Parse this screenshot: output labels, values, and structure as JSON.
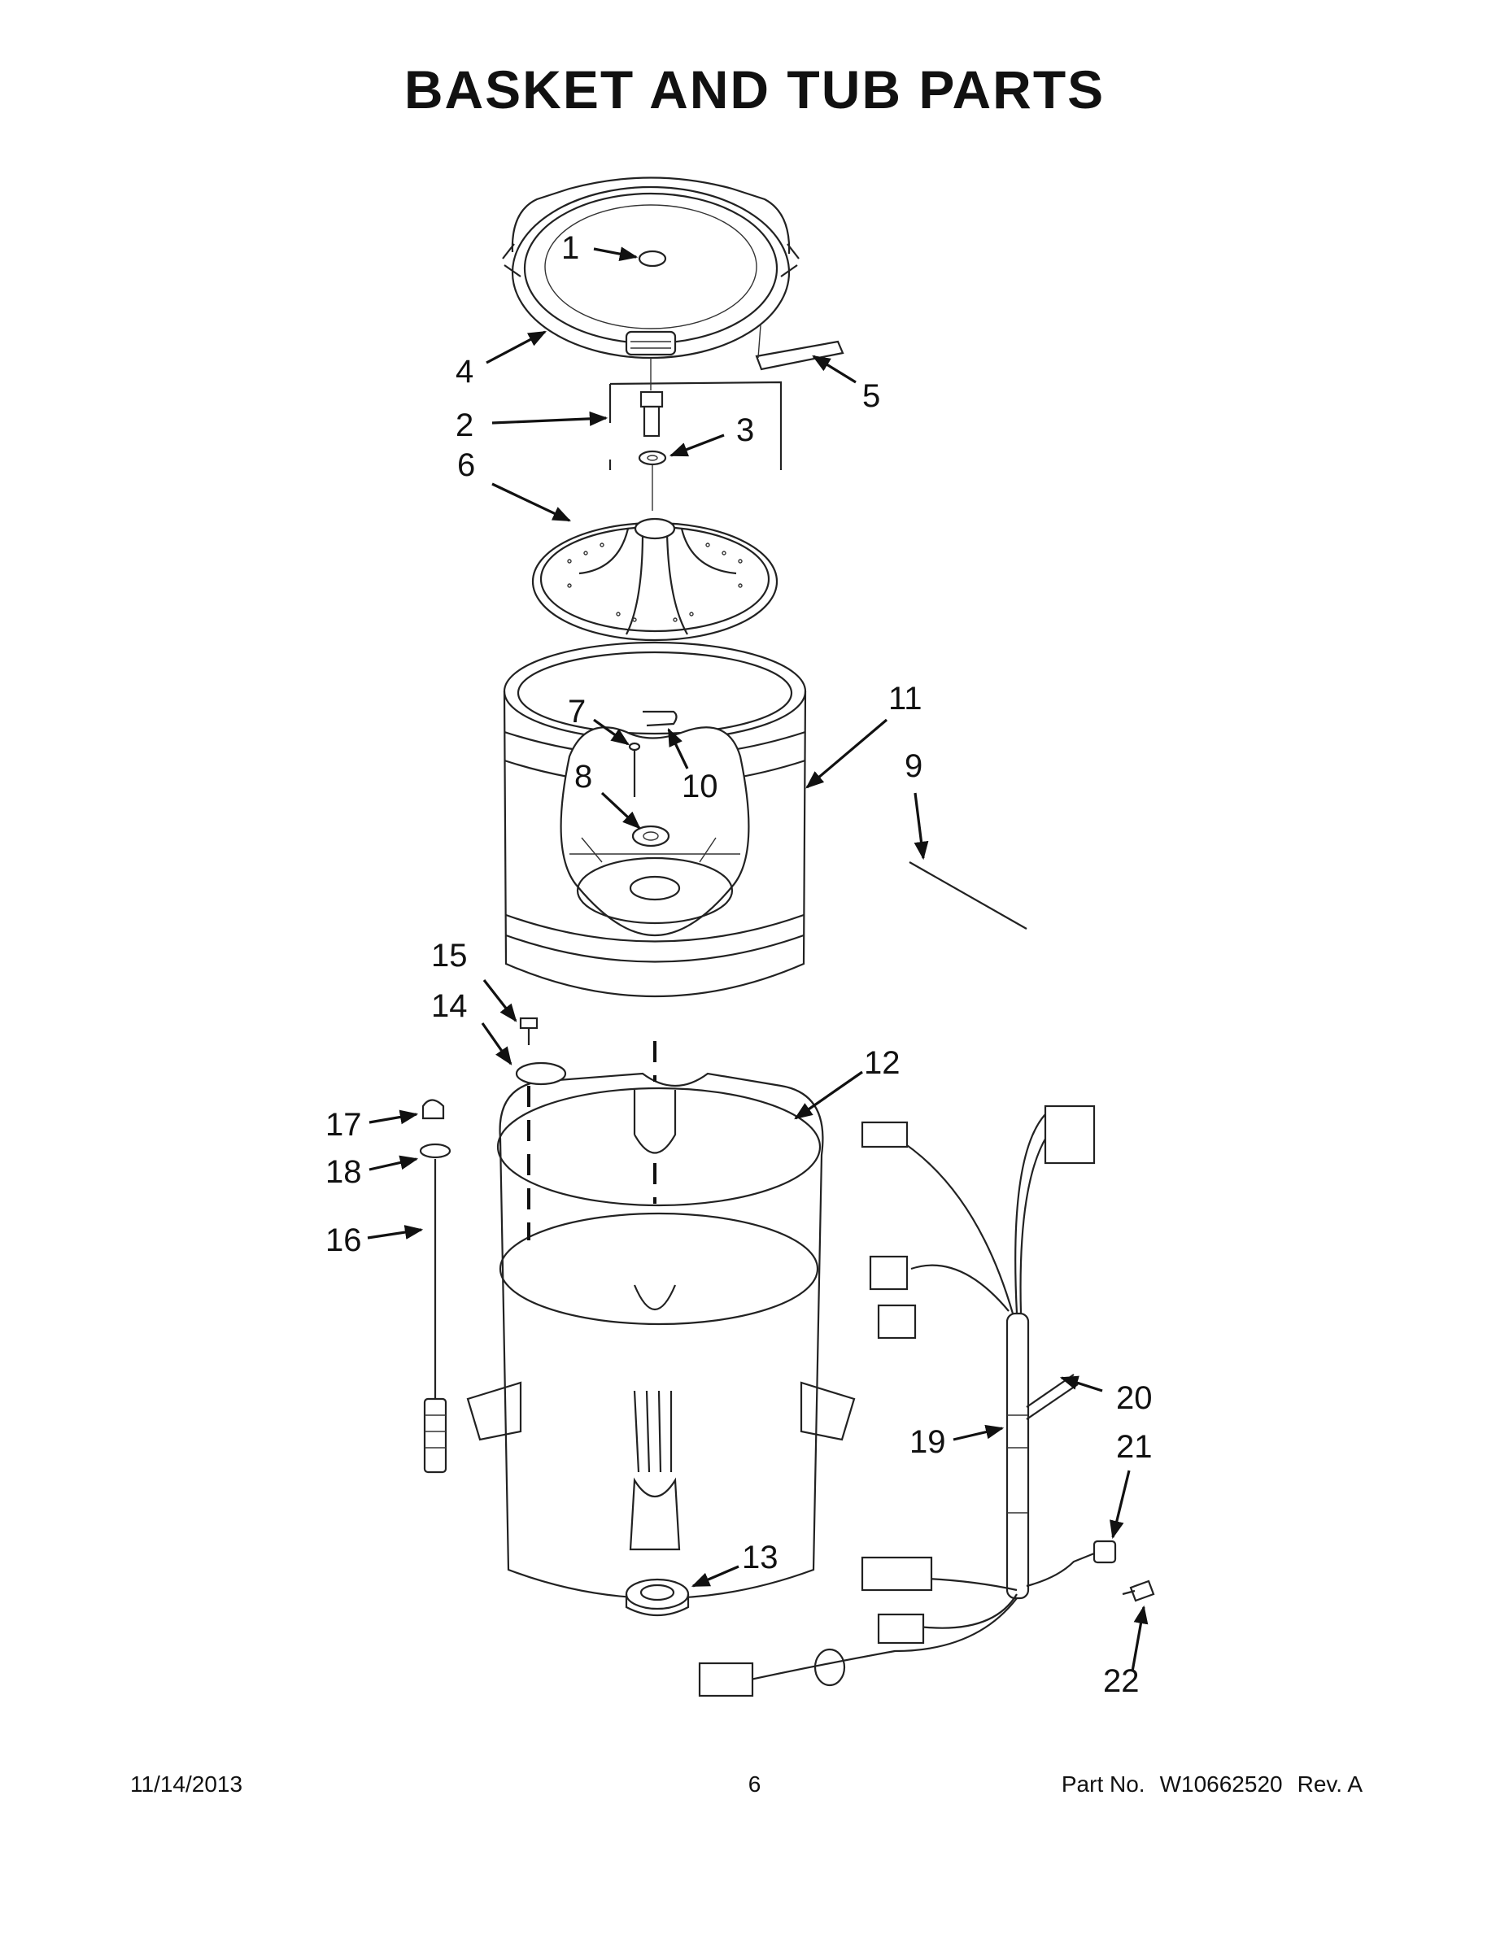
{
  "title": "BASKET AND TUB PARTS",
  "callouts": [
    "1",
    "2",
    "3",
    "4",
    "5",
    "6",
    "7",
    "8",
    "9",
    "10",
    "11",
    "12",
    "13",
    "14",
    "15",
    "16",
    "17",
    "18",
    "19",
    "20",
    "21",
    "22"
  ],
  "footer": {
    "date": "11/14/2013",
    "page": "6",
    "part_label": "Part No.",
    "part_number": "W10662520",
    "revision": "Rev.  A"
  }
}
